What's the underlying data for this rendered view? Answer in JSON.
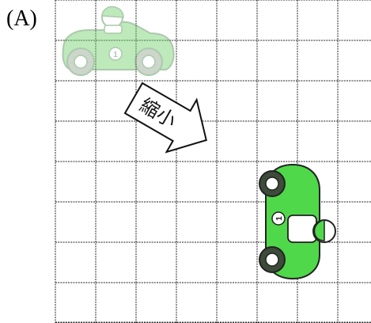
{
  "panel_label": "(A)",
  "arrow_label": "縮小",
  "car_number": "1",
  "colors": {
    "grid_line": "#222222",
    "car_green_faded": "#a9dfa6",
    "car_green": "#4fd84a",
    "wheel_dark": "#3d4b3a",
    "wheel_faded": "#9aaa98",
    "outline": "#222222"
  },
  "icons": {
    "original_car": "race-car-icon",
    "reduced_car": "race-car-icon",
    "arrow": "right-arrow-icon"
  }
}
